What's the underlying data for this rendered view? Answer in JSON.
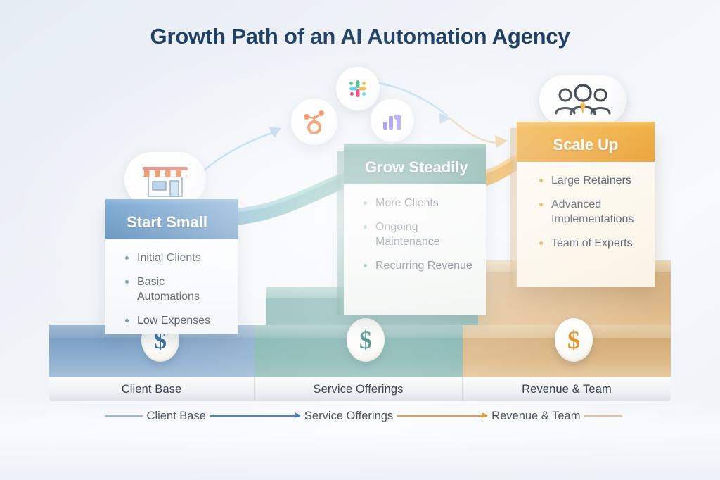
{
  "title": "Growth Path of an AI Automation Agency",
  "theme": {
    "title_color": "#204066",
    "stage1_color": "#4a7fb2",
    "stage2_color": "#5a9488",
    "stage3_color": "#e89c2b",
    "background": "#eef2f7"
  },
  "stages": [
    {
      "id": "start-small",
      "heading": "Start Small",
      "bullets": [
        "Initial Clients",
        "Basic Automations",
        "Low Expenses"
      ],
      "icon": "storefront-icon",
      "base_label": "Client Base",
      "badge": "$"
    },
    {
      "id": "grow-steadily",
      "heading": "Grow Steadily",
      "bullets": [
        "More Clients",
        "Ongoing Maintenance",
        "Recurring Revenue"
      ],
      "icon": "app-integrations-icon",
      "base_label": "Service Offerings",
      "badge": "$"
    },
    {
      "id": "scale-up",
      "heading": "Scale Up",
      "bullets": [
        "Large Retainers",
        "Advanced Implementations",
        "Team of Experts"
      ],
      "icon": "team-of-people-icon",
      "base_label": "Revenue & Team",
      "badge": "$"
    }
  ],
  "tool_icons": [
    {
      "name": "hubspot-icon",
      "label": "HubSpot"
    },
    {
      "name": "slack-icon",
      "label": "Slack"
    },
    {
      "name": "monday-icon",
      "label": "Monday"
    }
  ],
  "timeline": {
    "steps": [
      "Client Base",
      "Service Offerings",
      "Revenue & Team"
    ],
    "arrow1_color": "#4a7fb2",
    "arrow2_color": "#e09a38"
  }
}
